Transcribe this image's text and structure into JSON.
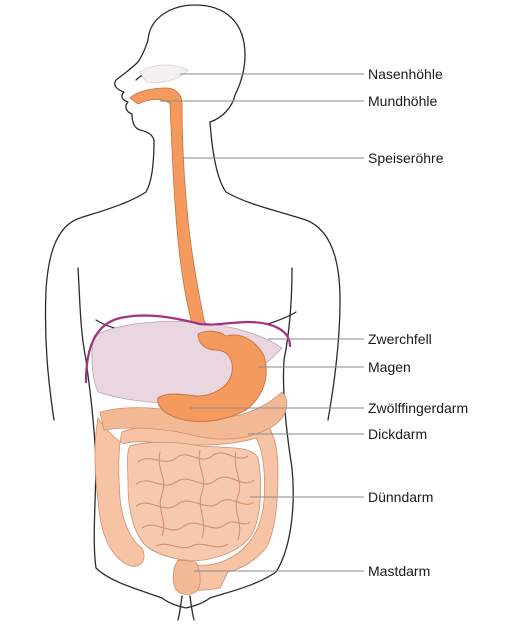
{
  "labels": [
    {
      "key": "nasal-cavity",
      "text": "Nasenhöhle"
    },
    {
      "key": "oral-cavity",
      "text": "Mundhöhle"
    },
    {
      "key": "esophagus",
      "text": "Speiseröhre"
    },
    {
      "key": "diaphragm",
      "text": "Zwerchfell"
    },
    {
      "key": "stomach",
      "text": "Magen"
    },
    {
      "key": "duodenum",
      "text": "Zwölffingerdarm"
    },
    {
      "key": "colon",
      "text": "Dickdarm"
    },
    {
      "key": "small-intestine",
      "text": "Dünndarm"
    },
    {
      "key": "rectum",
      "text": "Mastdarm"
    }
  ],
  "colors": {
    "organ_orange": "#f49a5f",
    "organ_light": "#f6c3a4",
    "liver": "#e9d6e1",
    "diaphragm": "#a3327c",
    "outline": "#2b2b2b",
    "leader": "#8a8a8a"
  }
}
